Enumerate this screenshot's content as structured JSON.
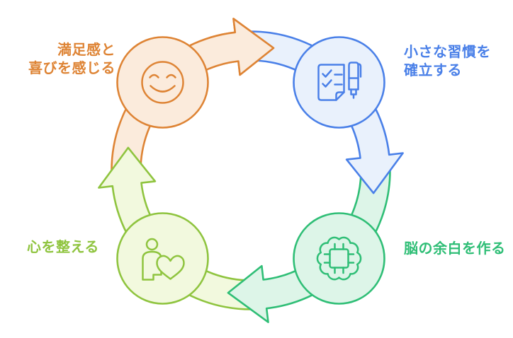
{
  "background": "#ffffff",
  "diagram": {
    "type": "cycle",
    "flow": "clockwise",
    "nodes": [
      {
        "id": "feel-satisfaction",
        "label_lines": [
          "満足感と",
          "喜びを感じる"
        ],
        "icon": "smiley-face-icon",
        "color": "#DE8435",
        "fill": "#FBEBDC",
        "position": "top-left"
      },
      {
        "id": "establish-small-habits",
        "label_lines": [
          "小さな習慣を",
          "確立する"
        ],
        "icon": "checklist-pen-icon",
        "color": "#4A80E8",
        "fill": "#E9F1FC",
        "position": "top-right"
      },
      {
        "id": "create-brain-margin",
        "label_lines": [
          "脳の余白を作る"
        ],
        "icon": "brain-chip-icon",
        "color": "#2FBE76",
        "fill": "#DDF5E8",
        "position": "bottom-right"
      },
      {
        "id": "calm-the-mind",
        "label_lines": [
          "心を整える"
        ],
        "icon": "person-heart-icon",
        "color": "#8FC43F",
        "fill": "#F2F9DE",
        "position": "bottom-left"
      }
    ]
  }
}
